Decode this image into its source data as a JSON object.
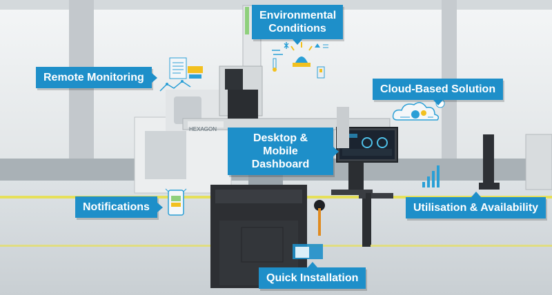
{
  "labels": {
    "environmental": "Environmental\nConditions",
    "remote": "Remote Monitoring",
    "cloud": "Cloud-Based Solution",
    "dashboard": "Desktop & Mobile\nDashboard",
    "notifications": "Notifications",
    "utilisation": "Utilisation & Availability",
    "installation": "Quick Installation"
  },
  "brand_mark": "HEXAGON",
  "colors": {
    "label_bg": "#1e8fc9",
    "icon_blue": "#2a9fd6",
    "icon_yellow": "#f2c01e",
    "floor_stripe": "#e6e05a"
  },
  "icons": [
    "wind-icon",
    "thermometer-icon",
    "alarm-beacon-icon",
    "snowflake-icon",
    "humidity-icon",
    "light-switch-icon",
    "clipboard-icon",
    "line-chart-icon",
    "cloud-network-icon",
    "mobile-notification-icon",
    "bar-chart-icon",
    "sensor-box-icon"
  ]
}
